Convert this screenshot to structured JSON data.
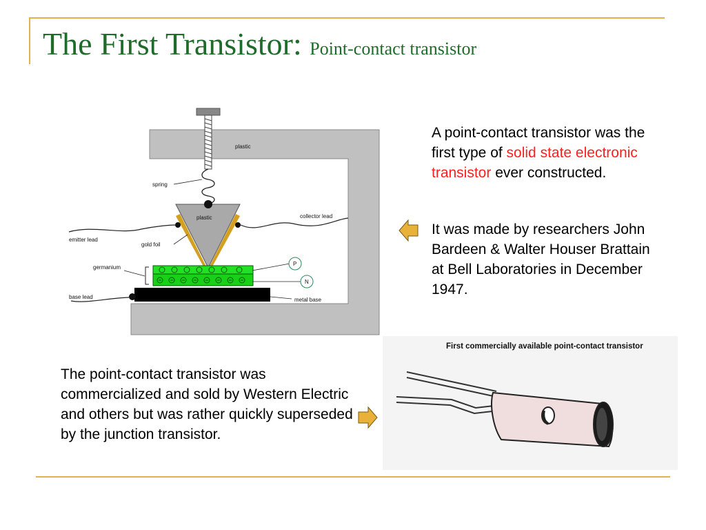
{
  "title": {
    "main": "The First Transistor:",
    "subtitle": "Point-contact transistor"
  },
  "diagram": {
    "labels": {
      "plastic_top": "plastic",
      "spring": "spring",
      "plastic_wedge": "plastic",
      "collector_lead": "collector lead",
      "emitter_lead": "emitter lead",
      "gold_foil": "gold foil",
      "germanium": "germanium",
      "p_type": "P",
      "n_type": "N",
      "base_lead": "base lead",
      "metal_base": "metal base"
    },
    "colors": {
      "frame": "#c0c0c0",
      "germanium": "#22e022",
      "gold": "#d4a020",
      "base": "#000000"
    }
  },
  "text": {
    "p1_a": "A point-contact transistor was the first type of ",
    "p1_highlight": "solid state electronic transistor",
    "p1_b": " ever constructed.",
    "p2": "It was made by researchers John Bardeen & Walter Houser Brattain at Bell Laboratories in December 1947.",
    "p3": "The point-contact transistor was commercialized and sold by Western Electric and others but was rather quickly superseded by the junction transistor."
  },
  "photo": {
    "caption": "First commercially available point-contact transistor"
  },
  "colors": {
    "title": "#1f6b2a",
    "accent_line": "#e2b24f",
    "highlight": "#ff2020",
    "arrow_fill": "#e8b13a"
  }
}
